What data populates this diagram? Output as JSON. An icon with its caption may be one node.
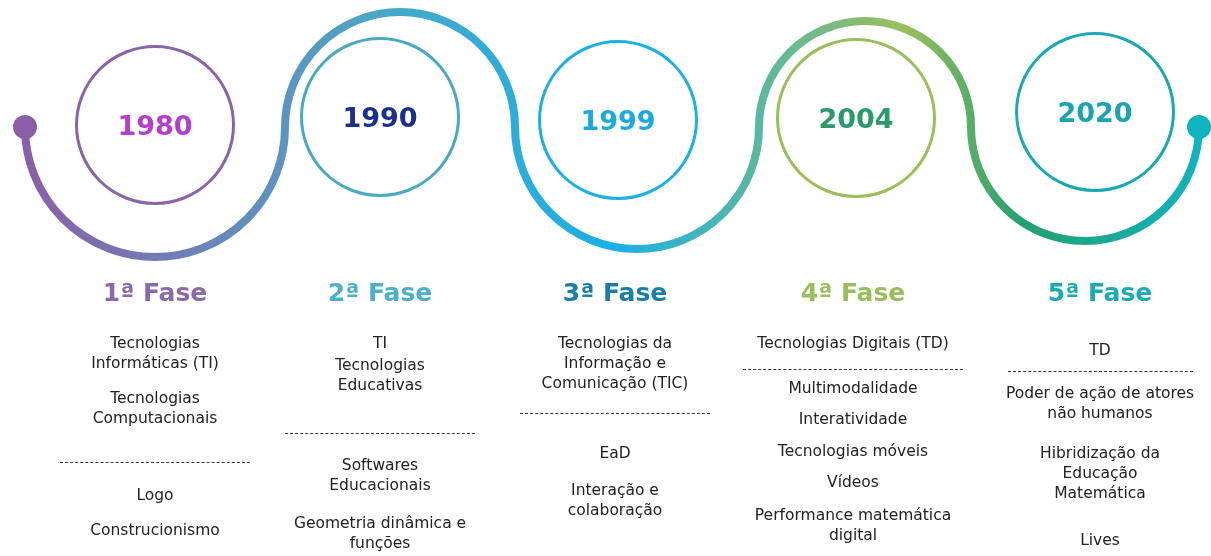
{
  "diagram": {
    "nodes": [
      {
        "text": [
          "1980"
        ]
      },
      {
        "text": [
          "1990"
        ]
      },
      {
        "text": [
          "1999"
        ]
      },
      {
        "text": [
          "2004"
        ]
      },
      {
        "text": [
          "2020"
        ]
      }
    ],
    "labels": [
      "1ª Fase",
      "Tecnologias Informáticas (TI)",
      "Tecnologias Computacionais",
      "Logo",
      "Construcionismo",
      "2ª Fase",
      "TI",
      "Tecnologias Educativas",
      "Softwares Educacionais",
      "Geometria dinâmica e funções",
      "3ª Fase",
      "Tecnologias da Informação e Comunicação (TIC)",
      "EaD",
      "Interação e colaboração",
      "4ª Fase",
      "Tecnologias Digitais (TD)",
      "Multimodalidade",
      "Interatividade",
      "Tecnologias móveis",
      "Vídeos",
      "Performance matemática digital",
      "5ª Fase",
      "TD",
      "Poder de ação de atores não humanos",
      "Hibridização da Educação Matemática",
      "Lives"
    ]
  }
}
